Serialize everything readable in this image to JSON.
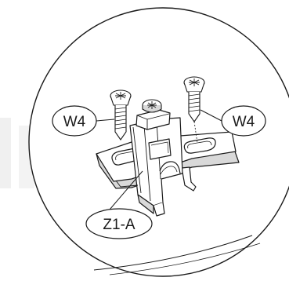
{
  "labels": {
    "screw_left": "W4",
    "screw_right": "W4",
    "bracket": "Z1-A"
  },
  "colors": {
    "line": "#1a1a1a",
    "fill_light": "#ffffff",
    "fill_shade": "#d9d9d9",
    "watermark": "#f0f0f0"
  }
}
